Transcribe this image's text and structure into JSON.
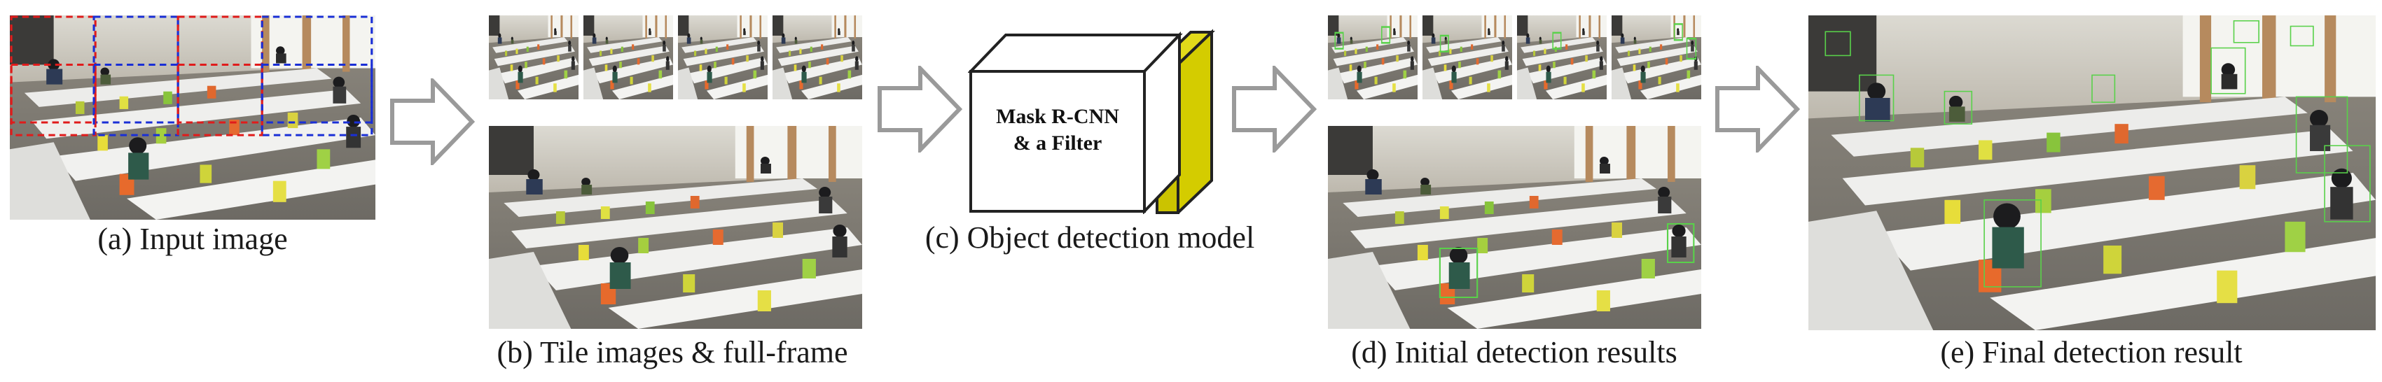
{
  "captions": {
    "a": "(a) Input image",
    "b": "(b) Tile images & full-frame",
    "c": "(c) Object detection model",
    "d": "(d) Initial detection results",
    "e": "(e) Final detection result"
  },
  "model": {
    "line1": "Mask R-CNN",
    "line2": "& a Filter"
  },
  "colors": {
    "tile_red": "#e01b1b",
    "tile_blue": "#1a2fd6",
    "detection_box": "#59d14a",
    "filter_yellow": "#d4cc00",
    "arrow_gray": "#9a9a9a"
  }
}
